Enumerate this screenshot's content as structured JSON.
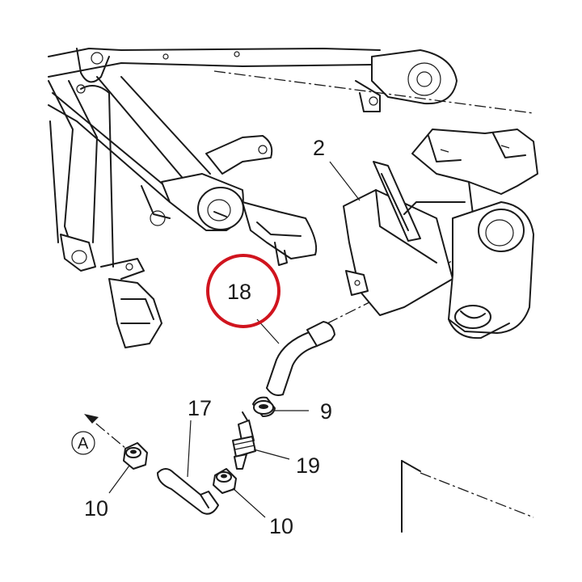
{
  "callouts": {
    "c2": "2",
    "c18": "18",
    "c9": "9",
    "c17": "17",
    "c19": "19",
    "c10a": "10",
    "c10b": "10"
  },
  "view_marker": "A",
  "highlight_color": "#d0141e"
}
